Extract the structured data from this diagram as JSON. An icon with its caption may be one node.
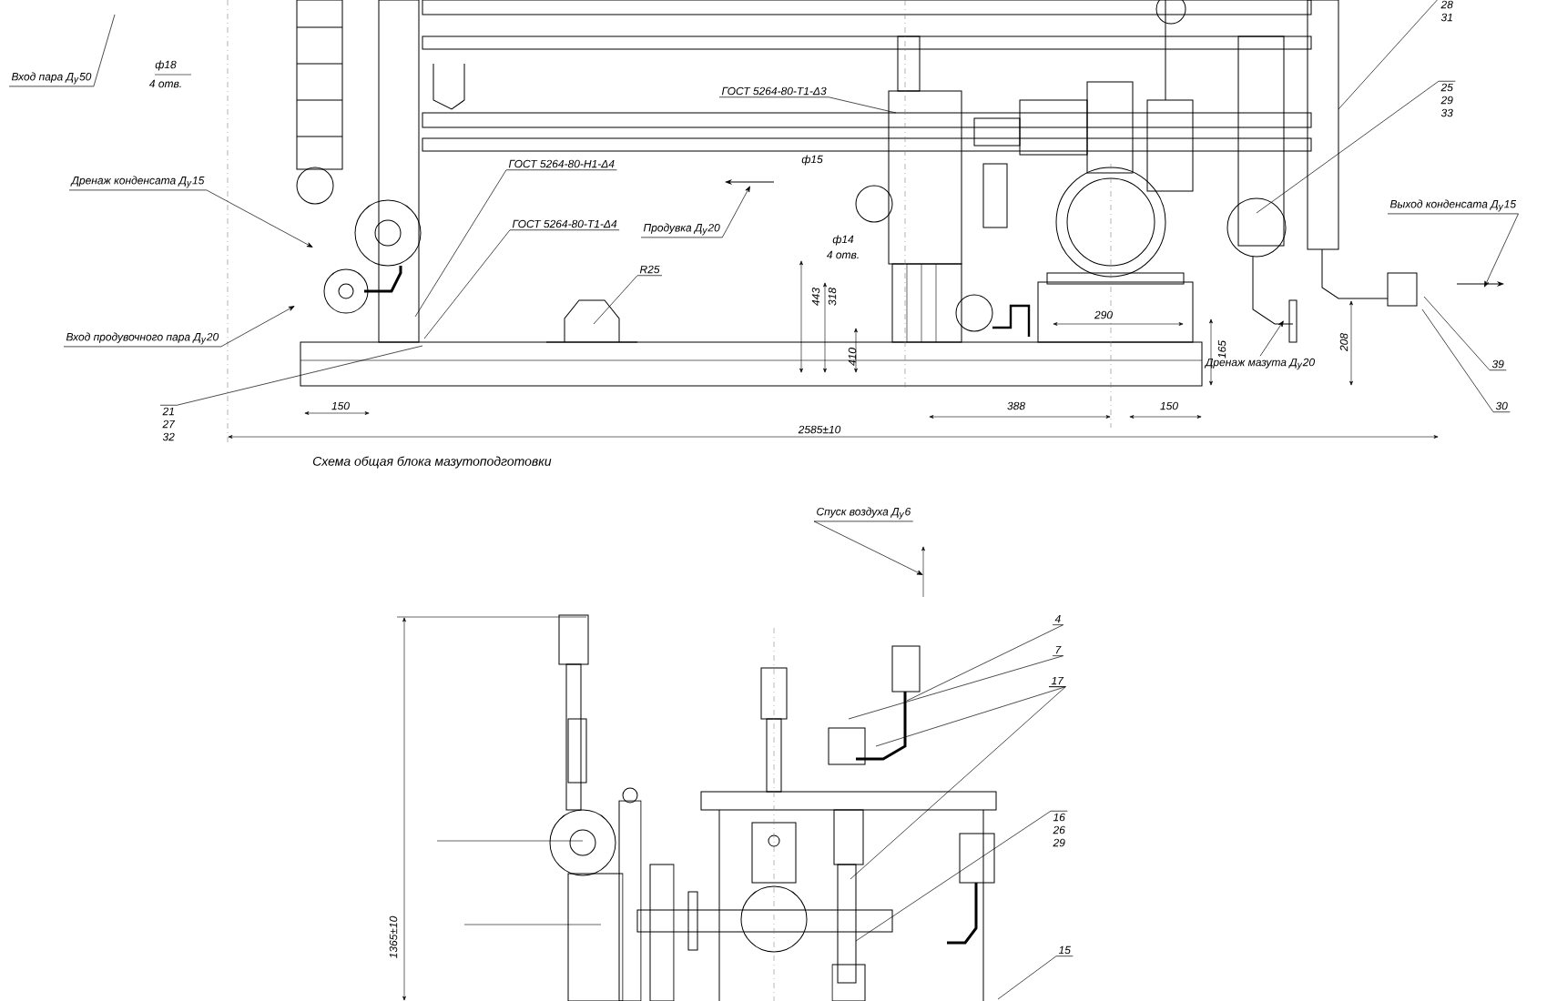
{
  "diagram": {
    "caption": "Схема общая блока мазутоподготовки",
    "nodes": [
      {
        "text": [
          "Вход пара Д$_{у}$50"
        ]
      },
      {
        "text": [
          "Дренаж конденсата Д$_{у}$15"
        ]
      },
      {
        "text": [
          "Вход продувочного пара Д$_{у}$20"
        ]
      },
      {
        "text": [
          "ГОСТ 5264-80-Т1-Δ3"
        ]
      },
      {
        "text": [
          "ГОСТ 5264-80-Н1-Δ4"
        ]
      },
      {
        "text": [
          "ГОСТ 5264-80-Т1-Δ4"
        ]
      },
      {
        "text": [
          "Продувка Д$_{у}$20"
        ]
      },
      {
        "text": [
          "R25"
        ]
      },
      {
        "text": [
          "Выход конденсата Д$_{у}$15"
        ]
      },
      {
        "text": [
          "Дренаж мазута Д$_{у}$20"
        ]
      },
      {
        "text": [
          "21",
          "27",
          "32"
        ]
      },
      {
        "text": [
          "25",
          "29",
          "33"
        ]
      },
      {
        "text": [
          "28",
          "31"
        ]
      },
      {
        "text": [
          "39"
        ]
      },
      {
        "text": [
          "30"
        ]
      },
      {
        "text": [
          "Спуск воздуха Д$_{у}$6"
        ]
      },
      {
        "text": [
          "4"
        ]
      },
      {
        "text": [
          "7"
        ]
      },
      {
        "text": [
          "17"
        ]
      },
      {
        "text": [
          "16",
          "26",
          "29"
        ]
      },
      {
        "text": [
          "15"
        ]
      }
    ],
    "edges": [
      {
        "from": 0,
        "to": null,
        "arrow": "none"
      },
      {
        "from": 1,
        "to": null,
        "arrow": "to"
      },
      {
        "from": 2,
        "to": null,
        "arrow": "to"
      },
      {
        "from": 3,
        "to": null,
        "arrow": "none"
      },
      {
        "from": 4,
        "to": null,
        "arrow": "none"
      },
      {
        "from": 5,
        "to": null,
        "arrow": "none"
      },
      {
        "from": 6,
        "to": null,
        "arrow": "to"
      },
      {
        "from": 7,
        "to": null,
        "arrow": "none"
      },
      {
        "from": 8,
        "to": null,
        "arrow": "to"
      },
      {
        "from": 9,
        "to": null,
        "arrow": "to"
      },
      {
        "from": 10,
        "to": null,
        "arrow": "none"
      },
      {
        "from": 11,
        "to": null,
        "arrow": "none"
      },
      {
        "from": 12,
        "to": null,
        "arrow": "none"
      },
      {
        "from": 13,
        "to": null,
        "arrow": "none"
      },
      {
        "from": 14,
        "to": null,
        "arrow": "none"
      },
      {
        "from": 15,
        "to": null,
        "arrow": "to"
      },
      {
        "from": 16,
        "to": null,
        "arrow": "none"
      },
      {
        "from": 17,
        "to": null,
        "arrow": "none"
      },
      {
        "from": 18,
        "to": null,
        "arrow": "none"
      },
      {
        "from": 18,
        "to": null,
        "arrow": "none"
      },
      {
        "from": 19,
        "to": null,
        "arrow": "none"
      },
      {
        "from": 20,
        "to": null,
        "arrow": "none"
      }
    ],
    "labels": [
      "ф18",
      "4 отв.",
      "ф15",
      "ф14",
      "4 отв.",
      "443",
      "318",
      "410",
      "290",
      "165",
      "208",
      "150",
      "388",
      "150",
      "2585±10",
      "1365±10"
    ]
  }
}
